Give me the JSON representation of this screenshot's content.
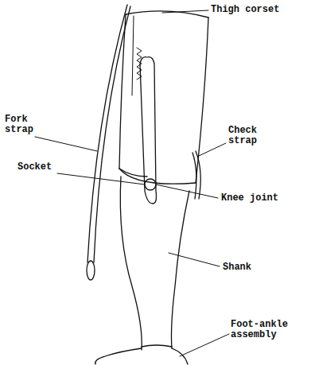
{
  "diagram": {
    "labels": [
      "Thigh corset",
      "Fork strap",
      "Check strap",
      "Socket",
      "Knee joint",
      "Shank",
      "Foot-ankle assembly"
    ]
  }
}
